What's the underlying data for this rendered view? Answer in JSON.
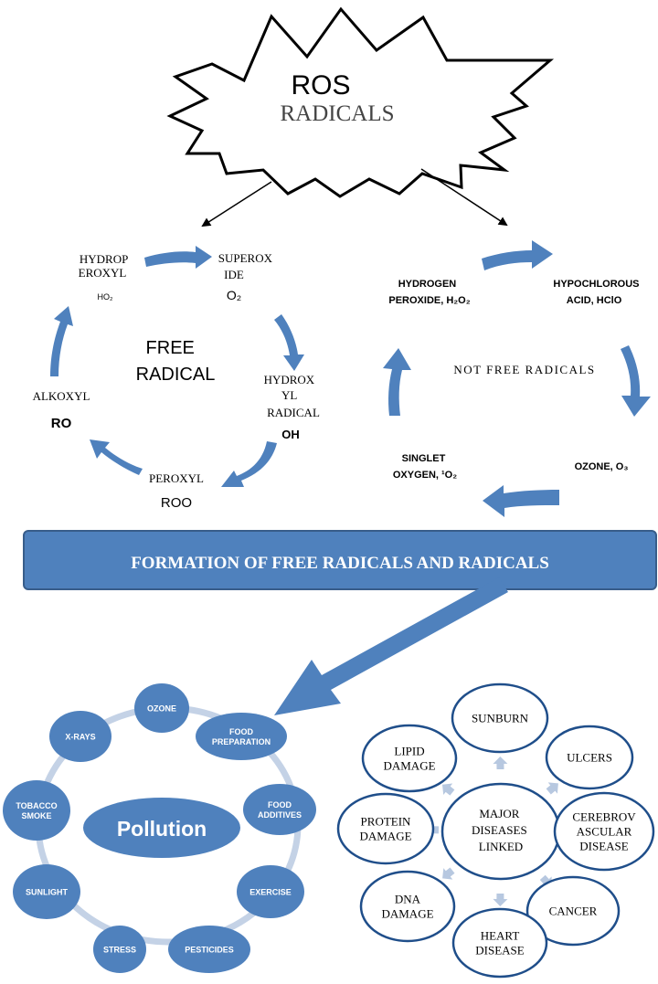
{
  "burst": {
    "title": "ROS",
    "subtitle": "RADICALS"
  },
  "free_cycle": {
    "center": [
      "FREE",
      "RADICAL"
    ],
    "nodes": {
      "hydroperoxyl": [
        "HYDROP",
        "EROXYL"
      ],
      "hydroperoxyl_formula": "HO₂",
      "superoxide": [
        "SUPEROX",
        "IDE"
      ],
      "superoxide_formula": "O₂",
      "hydroxyl": [
        "HYDROX",
        "YL",
        "RADICAL"
      ],
      "hydroxyl_formula": "OH",
      "peroxyl": "PEROXYL",
      "peroxyl_formula": "ROO",
      "alkoxyl": "ALKOXYL",
      "alkoxyl_formula": "RO"
    }
  },
  "nonfree_cycle": {
    "center": "NOT FREE RADICALS",
    "hydrogen_peroxide": [
      "HYDROGEN",
      "PEROXIDE, H₂O₂"
    ],
    "hypochlorous": [
      "HYPOCHLOROUS",
      "ACID, HClO"
    ],
    "ozone": "OZONE, O₃",
    "singlet": [
      "SINGLET",
      "OXYGEN, ¹O₂"
    ]
  },
  "banner": "FORMATION OF FREE RADICALS AND RADICALS",
  "pollution": {
    "center": "Pollution",
    "items": {
      "ozone": [
        "OZONE"
      ],
      "food_preparation": [
        "FOOD",
        "PREPARATION"
      ],
      "food_additives": [
        "FOOD",
        "ADDITIVES"
      ],
      "exercise": [
        "EXERCISE"
      ],
      "pesticides": [
        "PESTICIDES"
      ],
      "stress": [
        "STRESS"
      ],
      "sunlight": [
        "SUNLIGHT"
      ],
      "tobacco_smoke": [
        "TOBACCO",
        "SMOKE"
      ],
      "x_rays": [
        "X-RAYS"
      ]
    }
  },
  "diseases": {
    "center": [
      "MAJOR",
      "DISEASES",
      "LINKED"
    ],
    "items": {
      "sunburn": [
        "SUNBURN"
      ],
      "ulcers": [
        "ULCERS"
      ],
      "cerebrovascular": [
        "CEREBROV",
        "ASCULAR",
        "DISEASE"
      ],
      "cancer": [
        "CANCER"
      ],
      "heart": [
        "HEART",
        "DISEASE"
      ],
      "dna": [
        "DNA",
        "DAMAGE"
      ],
      "protein": [
        "PROTEIN",
        "DAMAGE"
      ],
      "lipid": [
        "LIPID",
        "DAMAGE"
      ]
    }
  },
  "colors": {
    "blue": "#4f81bd",
    "light_blue": "#c4d2e6",
    "arrow_light": "#b7c8e0",
    "dark_blue": "#1f4e8a",
    "outline": "#000000"
  }
}
